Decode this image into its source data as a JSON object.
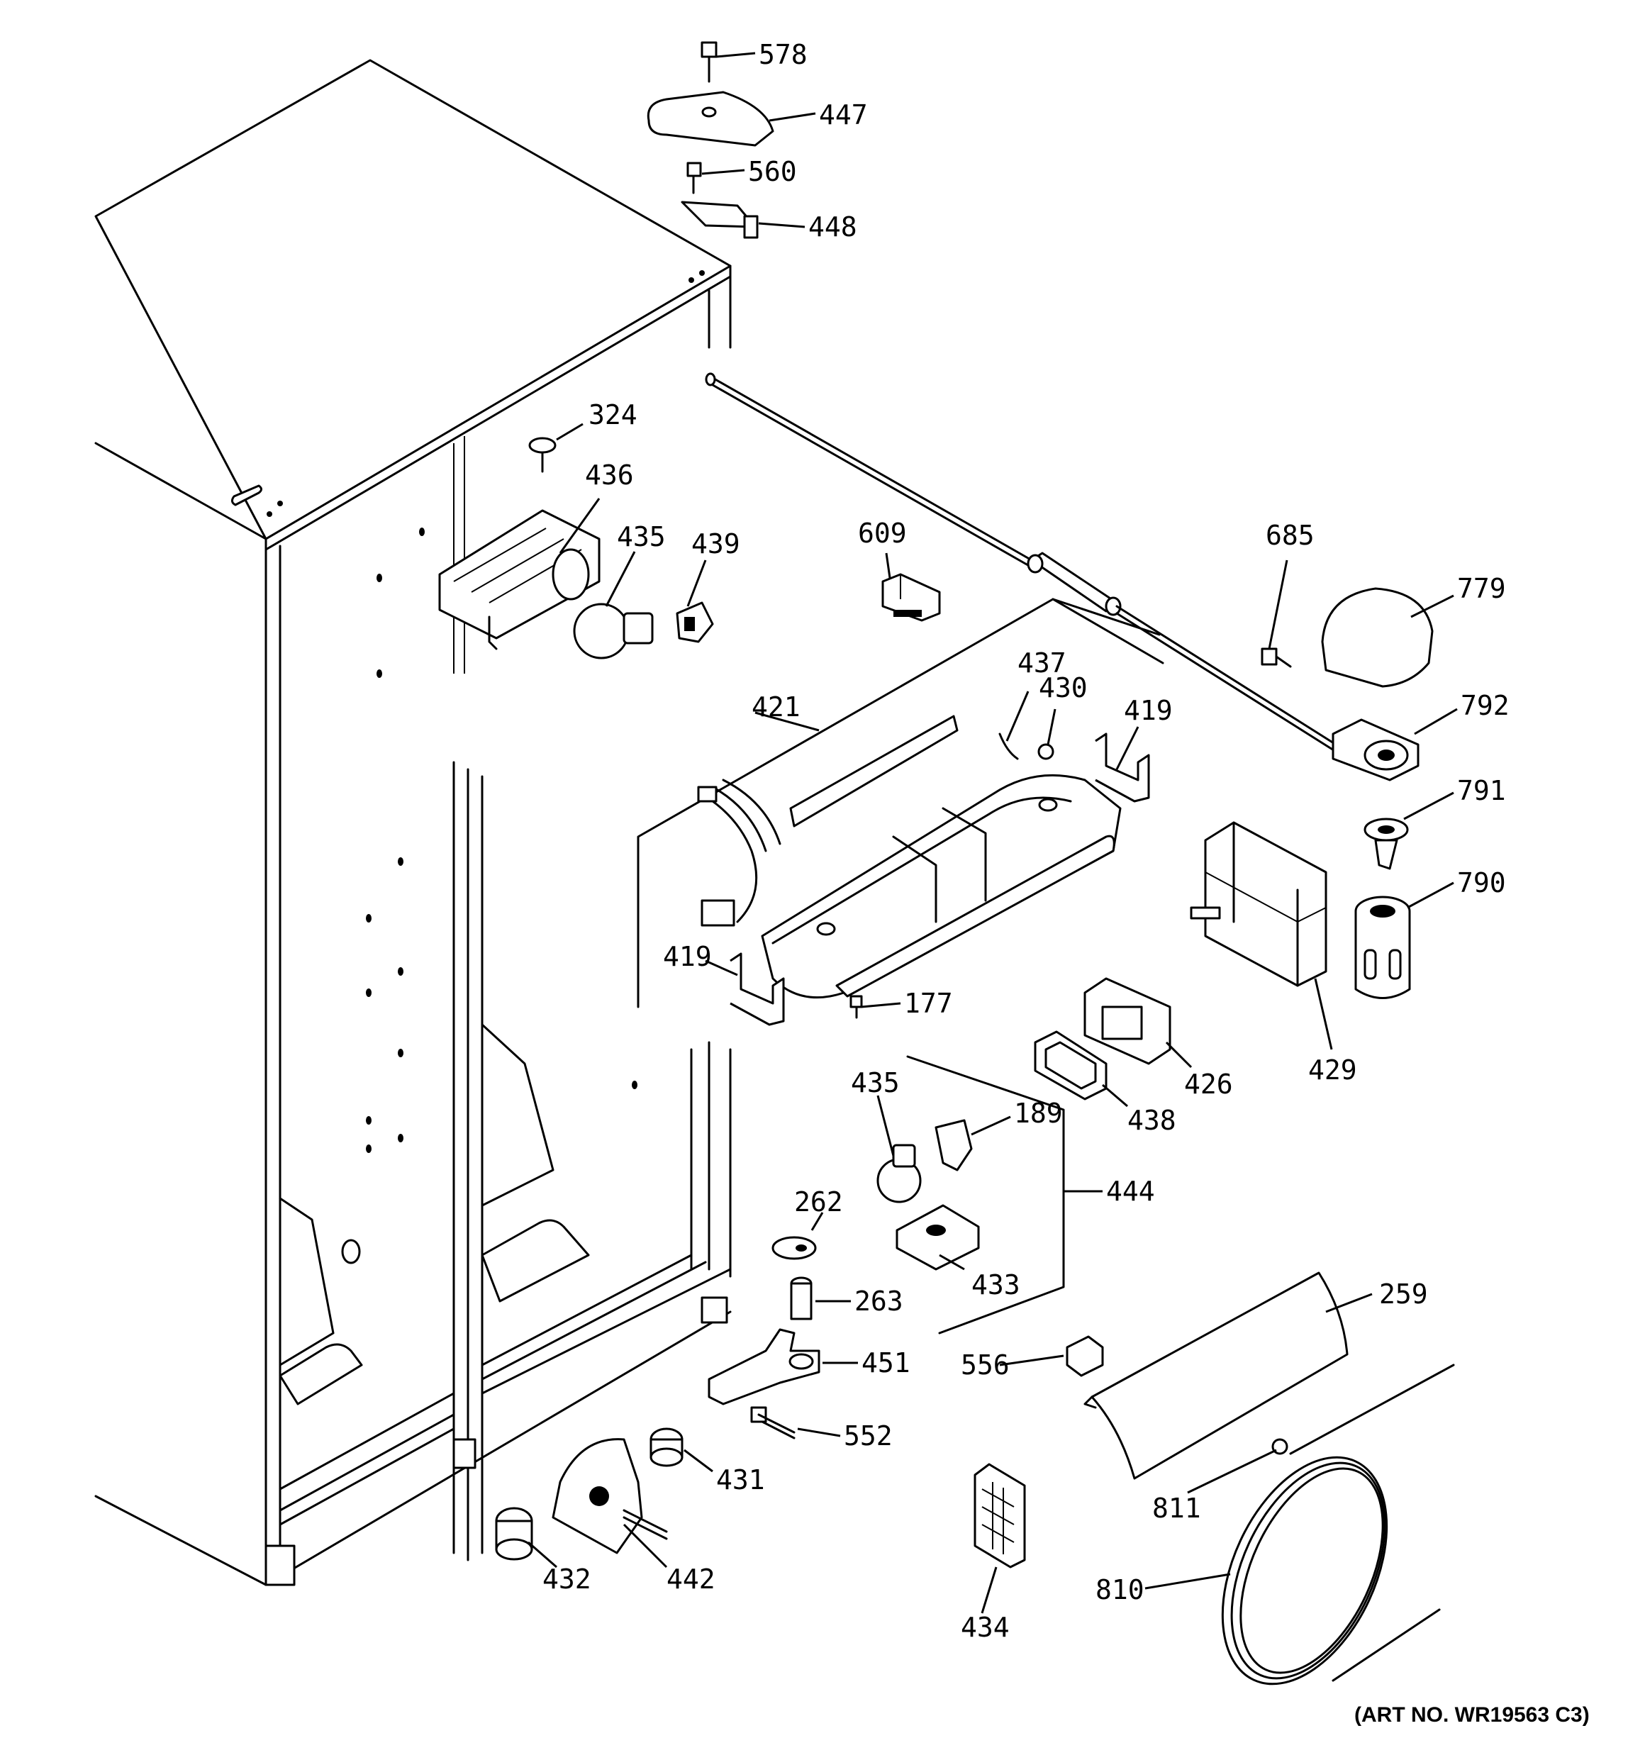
{
  "diagram": {
    "parts": {
      "p578": "578",
      "p447": "447",
      "p560": "560",
      "p448": "448",
      "p324": "324",
      "p436": "436",
      "p435a": "435",
      "p439": "439",
      "p609": "609",
      "p685": "685",
      "p779": "779",
      "p792": "792",
      "p437": "437",
      "p430": "430",
      "p419a": "419",
      "p421": "421",
      "p791": "791",
      "p790": "790",
      "p419b": "419",
      "p177": "177",
      "p426": "426",
      "p429": "429",
      "p438": "438",
      "p435b": "435",
      "p189": "189",
      "p444": "444",
      "p262": "262",
      "p433": "433",
      "p263": "263",
      "p259": "259",
      "p451": "451",
      "p556": "556",
      "p552": "552",
      "p431": "431",
      "p811": "811",
      "p432": "432",
      "p442": "442",
      "p810": "810",
      "p434": "434"
    },
    "art_number": "(ART NO. WR19563 C3)"
  }
}
